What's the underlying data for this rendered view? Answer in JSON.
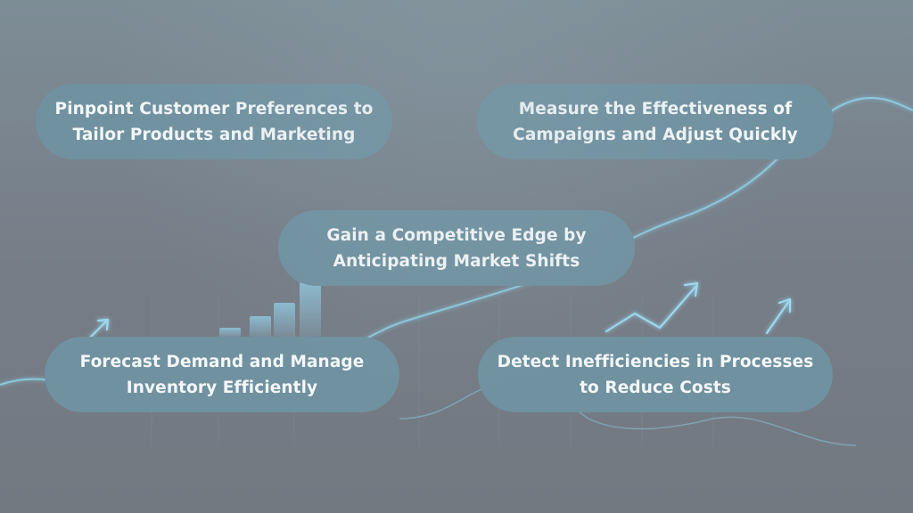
{
  "background": {
    "base_color": "#767d87",
    "accent_color": "#8fd4ec"
  },
  "cards": [
    {
      "id": "customer-preferences",
      "text": "Pinpoint Customer Preferences to\nTailor Products and Marketing"
    },
    {
      "id": "campaign-effectiveness",
      "text": "Measure the Effectiveness of\nCampaigns and Adjust Quickly"
    },
    {
      "id": "competitive-edge",
      "text": "Gain a Competitive Edge by\nAnticipating Market Shifts"
    },
    {
      "id": "forecast-demand",
      "text": "Forecast Demand and Manage\nInventory Efficiently"
    },
    {
      "id": "detect-inefficiencies",
      "text": "Detect Inefficiencies in Processes\nto Reduce Costs"
    }
  ],
  "card_color": "#7091a0",
  "card_text_color": "#f4f7f8"
}
